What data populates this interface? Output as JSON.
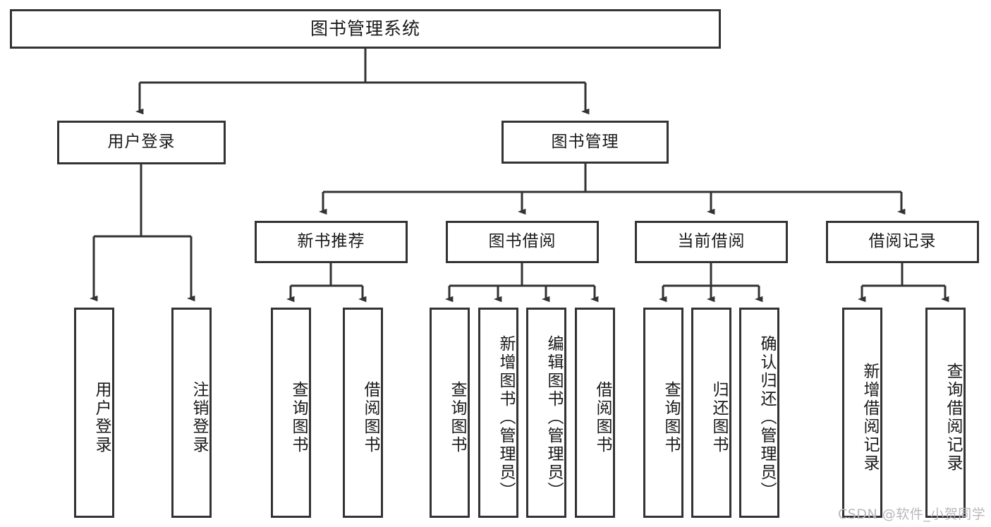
{
  "diagram": {
    "title": "图书管理系统",
    "type": "hierarchical-tree",
    "watermark": "CSDN @软件_小贺同学",
    "colors": {
      "box_border": "#333333",
      "box_fill": "#ffffff",
      "connector": "#333333",
      "text": "#1a1a1a",
      "watermark": "#b9b9b9"
    },
    "root": {
      "label": "图书管理系统"
    },
    "level2": [
      {
        "label": "用户登录"
      },
      {
        "label": "图书管理"
      }
    ],
    "level3": [
      {
        "label": "新书推荐"
      },
      {
        "label": "图书借阅"
      },
      {
        "label": "当前借阅"
      },
      {
        "label": "借阅记录"
      }
    ],
    "leaves": {
      "user_login": [
        {
          "label": "用户登录"
        },
        {
          "label": "注销登录"
        }
      ],
      "new_book_recommend": [
        {
          "label": "查询图书"
        },
        {
          "label": "借阅图书"
        }
      ],
      "book_borrow": [
        {
          "label": "查询图书"
        },
        {
          "label": "新增图书（管理员）"
        },
        {
          "label": "编辑图书（管理员）"
        },
        {
          "label": "借阅图书"
        }
      ],
      "current_borrow": [
        {
          "label": "查询图书"
        },
        {
          "label": "归还图书"
        },
        {
          "label": "确认归还（管理员）"
        }
      ],
      "borrow_records": [
        {
          "label": "新增借阅记录"
        },
        {
          "label": "查询借阅记录"
        }
      ]
    }
  }
}
